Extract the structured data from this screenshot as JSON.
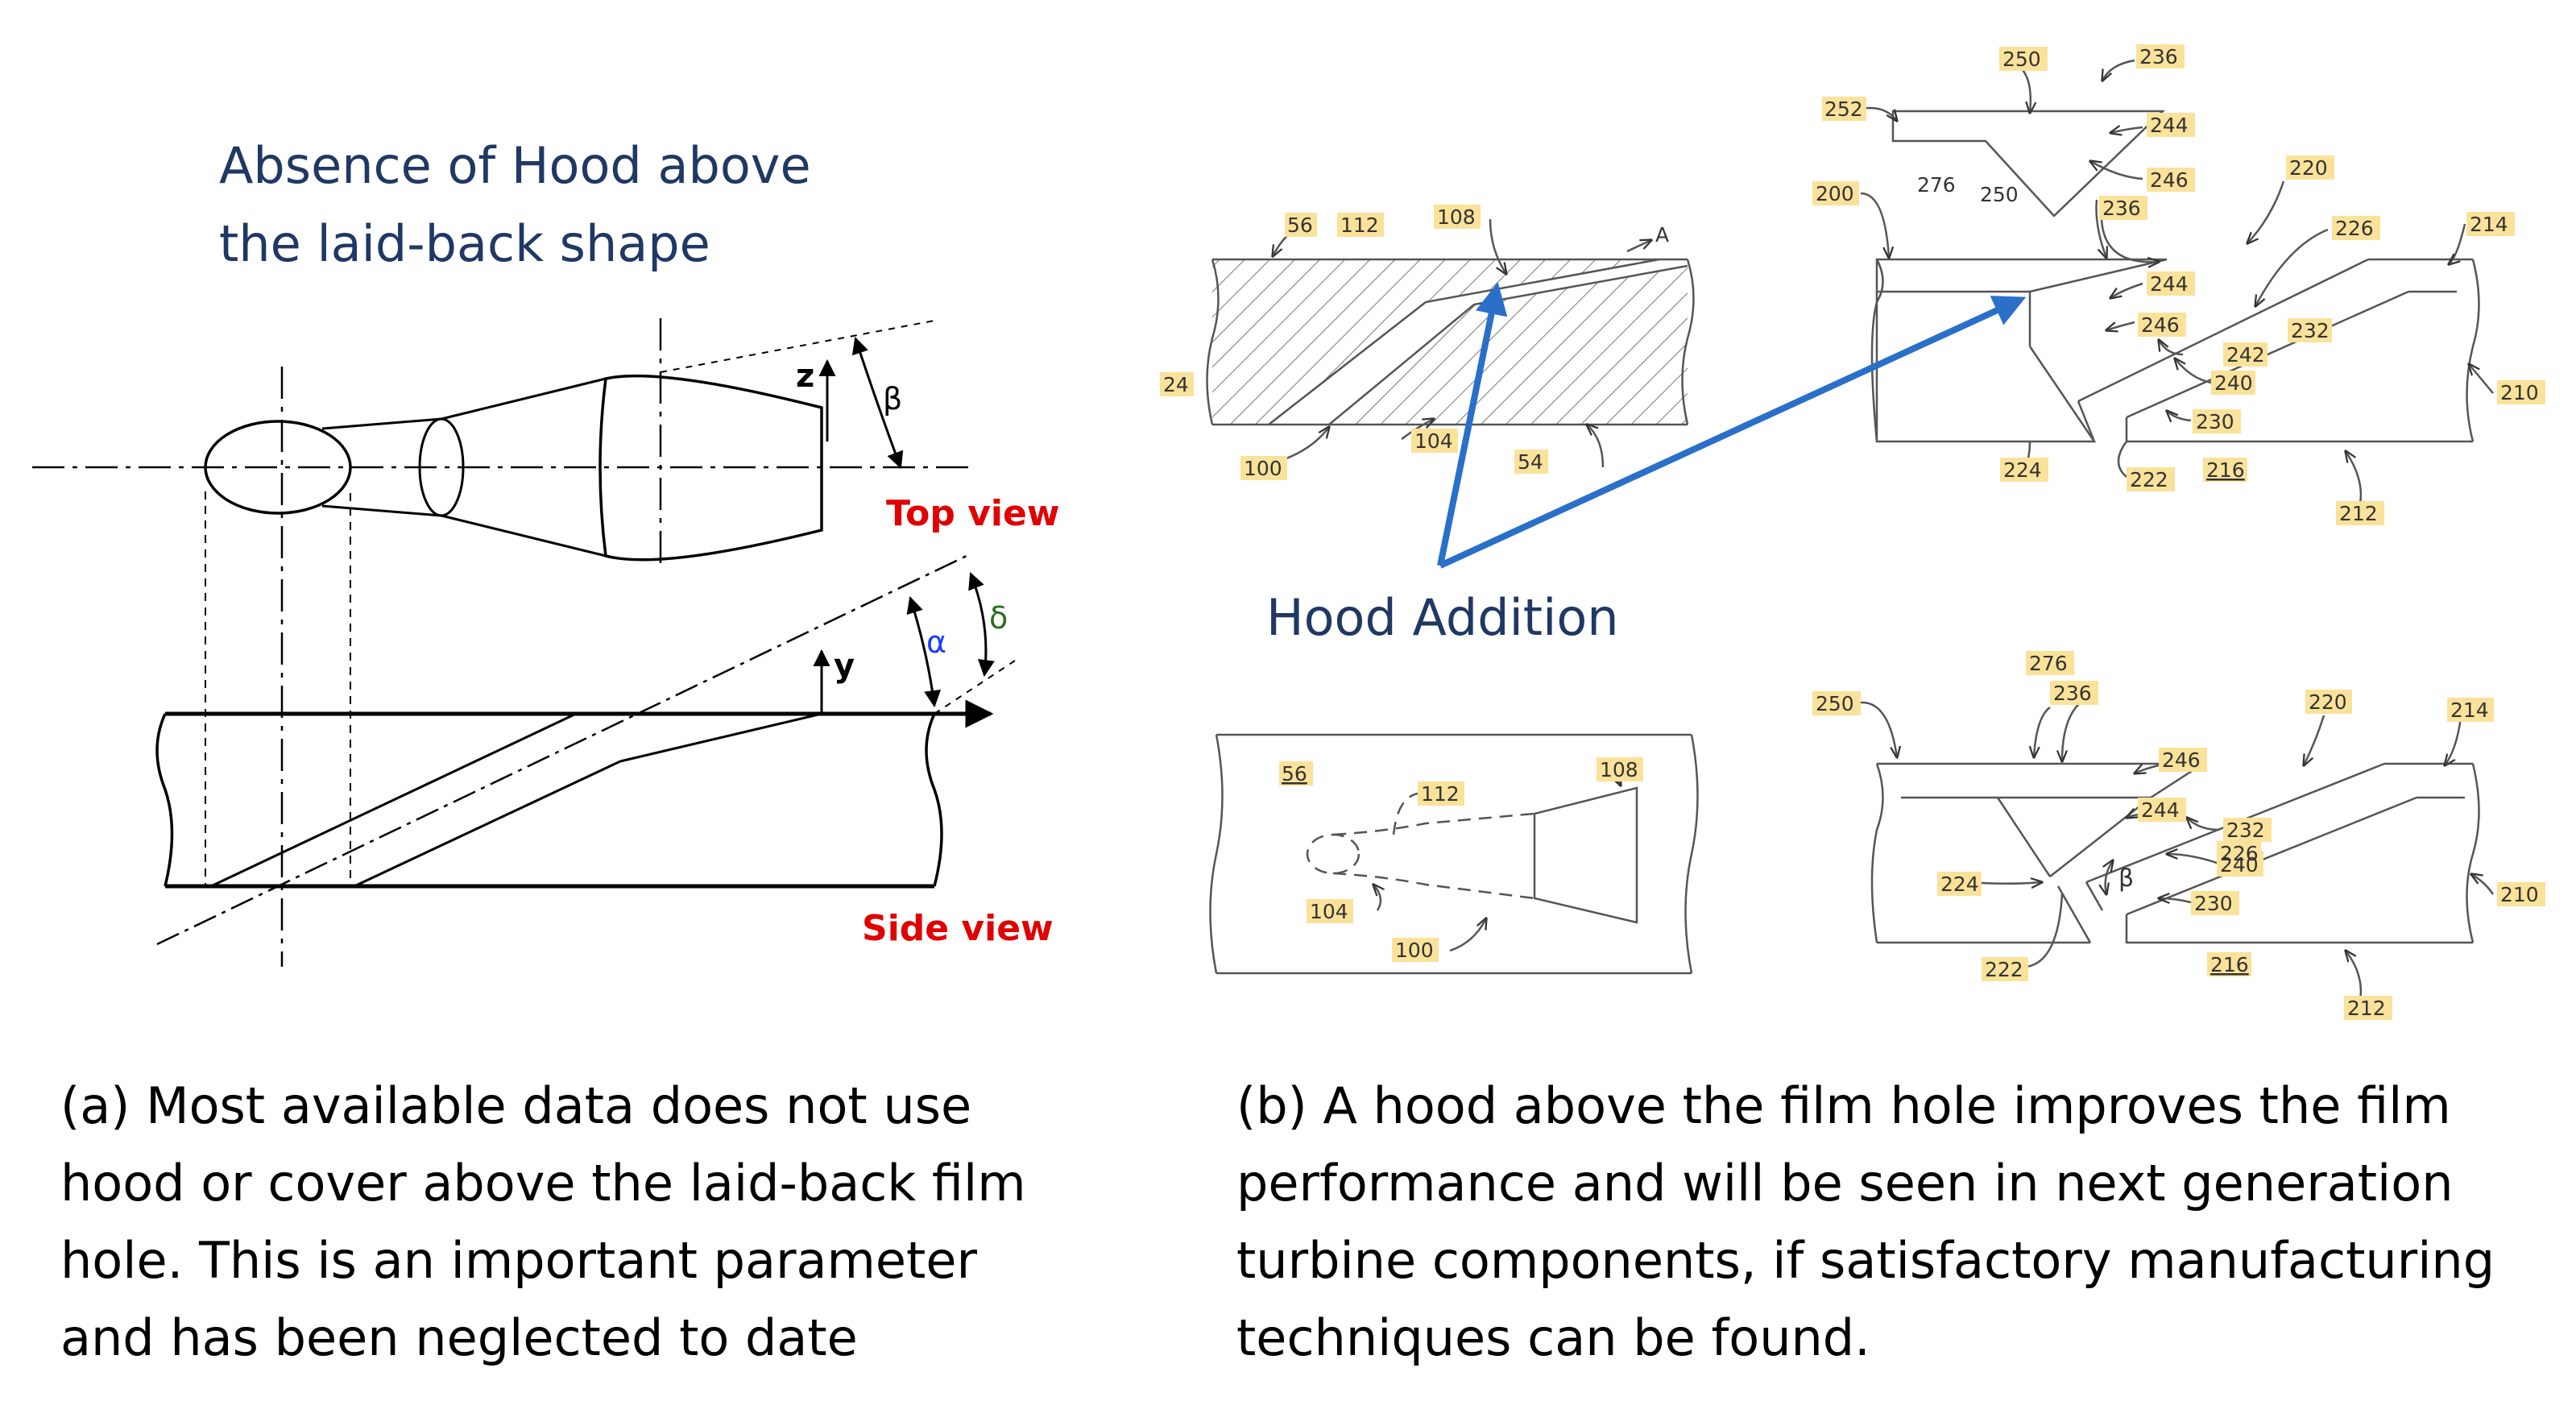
{
  "panel_a": {
    "title_lines": [
      "Absence of Hood above",
      "the laid-back shape"
    ],
    "top_view_label": "Top view",
    "side_view_label": "Side view",
    "symbols": {
      "z": "z",
      "y": "y",
      "beta": "β",
      "alpha": "α",
      "delta": "δ"
    },
    "symbol_colors": {
      "alpha": "#1a3cff",
      "delta": "#2e6b1f",
      "beta": "#000000"
    },
    "caption_lines": [
      "(a) Most available data does not use",
      "hood or cover above the laid-back film",
      "hole. This is an important parameter",
      "and has been neglected to date"
    ]
  },
  "panel_b": {
    "hood_label": "Hood Addition",
    "arrow_color": "#2a6fc9",
    "highlight_color": "#fbe29a",
    "fig_left_top_labels": {
      "l56": "56",
      "l112": "112",
      "l108": "108",
      "lA": "A",
      "l24": "24",
      "l100": "100",
      "l104": "104",
      "l54": "54"
    },
    "fig_left_bottom_labels": {
      "l56": "56",
      "l112": "112",
      "l108": "108",
      "l104": "104",
      "l100": "100"
    },
    "fig_right_top_labels": {
      "l250a": "250",
      "l236a": "236",
      "l252": "252",
      "l244a": "244",
      "l246a": "246",
      "l200": "200",
      "l276": "276",
      "l250b": "250",
      "l236b": "236",
      "l220": "220",
      "l226": "226",
      "l214": "214",
      "l244b": "244",
      "l246b": "246",
      "l242": "242",
      "l232": "232",
      "l240": "240",
      "l210": "210",
      "l230": "230",
      "l224": "224",
      "l222": "222",
      "l216": "216",
      "l212": "212"
    },
    "fig_right_bottom_labels": {
      "l276": "276",
      "l250": "250",
      "l236": "236",
      "l220": "220",
      "l214": "214",
      "l246": "246",
      "l244": "244",
      "l232": "232",
      "l226": "226",
      "l224": "224",
      "l240": "240",
      "l230": "230",
      "l210": "210",
      "l222": "222",
      "l216": "216",
      "l212": "212",
      "beta": "β"
    },
    "caption_lines": [
      "(b) A hood above the film hole improves the film",
      "performance and will be seen in next generation",
      "turbine components, if satisfactory manufacturing",
      "techniques can be found."
    ]
  }
}
